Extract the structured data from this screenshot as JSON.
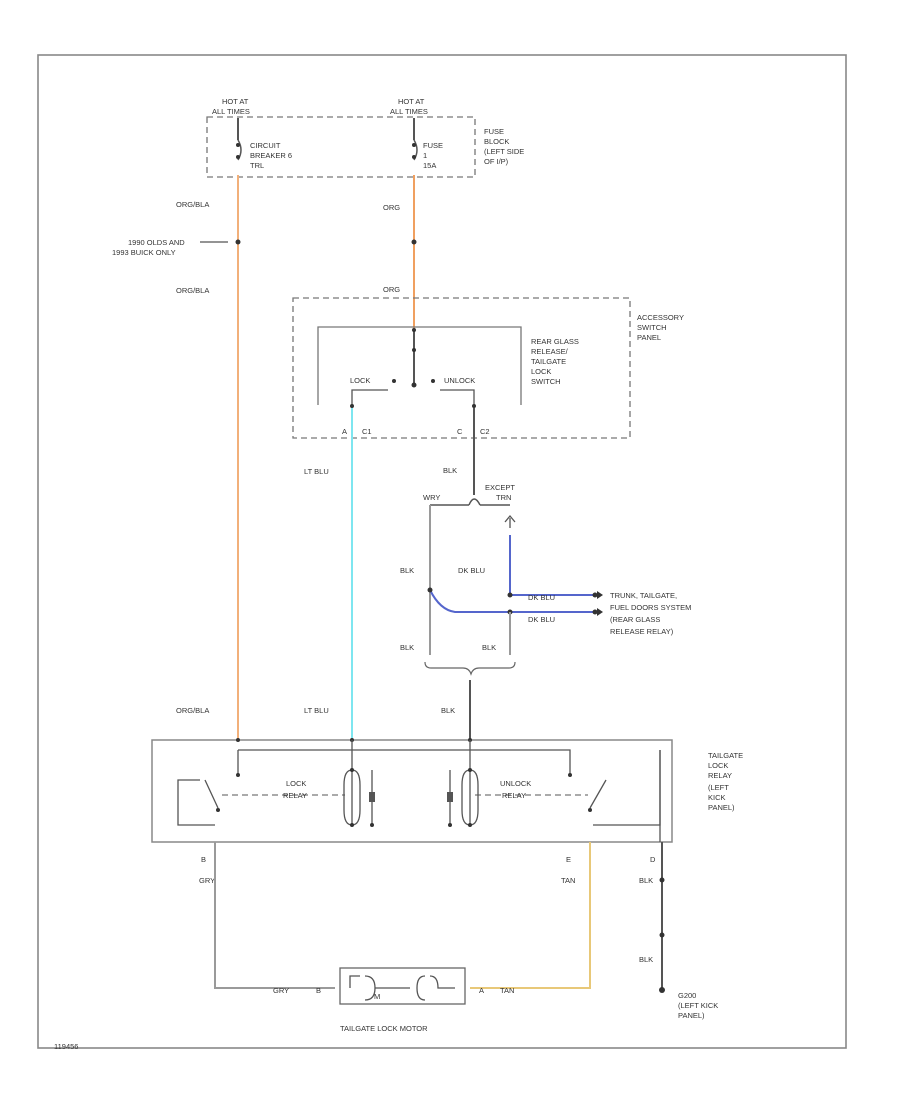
{
  "colors": {
    "org_bla": "#f2b07a",
    "org": "#f0a060",
    "lt_blu": "#7ee6f0",
    "dk_blu": "#5566cc",
    "tan": "#e8c878",
    "blk": "#444444",
    "gry": "#9a9a9a"
  },
  "labels": {
    "hot_left_1": "HOT AT",
    "hot_left_2": "ALL TIMES",
    "hot_right_1": "HOT AT",
    "hot_right_2": "ALL TIMES",
    "circuit_breaker_1": "CIRCUIT",
    "circuit_breaker_2": "BREAKER 6",
    "circuit_breaker_3": "TRL",
    "fuse_1": "FUSE",
    "fuse_2": "1",
    "fuse_3": "15A",
    "fuse_block_1": "FUSE",
    "fuse_block_2": "BLOCK",
    "fuse_block_3": "(LEFT SIDE",
    "fuse_block_4": "OF I/P)",
    "org_bla_1": "ORG/BLA",
    "org_1": "ORG",
    "note_1": "1990 OLDS AND",
    "note_2": "1993 BUICK ONLY",
    "org_bla_2": "ORG/BLA",
    "org_2": "ORG",
    "acc_panel_1": "ACCESSORY",
    "acc_panel_2": "SWITCH",
    "acc_panel_3": "PANEL",
    "switch_1": "REAR GLASS",
    "switch_2": "RELEASE/",
    "switch_3": "TAILGATE",
    "switch_4": "LOCK",
    "switch_5": "SWITCH",
    "lock": "LOCK",
    "unlock": "UNLOCK",
    "conn_a": "A",
    "conn_c1": "C1",
    "conn_c": "C",
    "conn_c2": "C2",
    "lt_blu_1": "LT BLU",
    "blk_1": "BLK",
    "wry": "WRY",
    "except_1": "EXCEPT",
    "except_2": "TRN",
    "blk_2": "BLK",
    "dk_blu_1": "DK BLU",
    "dk_blu_2": "DK BLU",
    "dk_blu_3": "DK BLU",
    "trunk_1": "TRUNK, TAILGATE,",
    "trunk_2": "FUEL DOORS SYSTEM",
    "trunk_3": "(REAR GLASS",
    "trunk_4": "RELEASE RELAY)",
    "blk_3": "BLK",
    "blk_4": "BLK",
    "org_bla_3": "ORG/BLA",
    "lt_blu_2": "LT BLU",
    "blk_5": "BLK",
    "relay_1": "TAILGATE",
    "relay_2": "LOCK",
    "relay_3": "RELAY",
    "relay_4": "(LEFT",
    "relay_5": "KICK",
    "relay_6": "PANEL)",
    "lock_relay_1": "LOCK",
    "lock_relay_2": "RELAY",
    "unlock_relay_1": "UNLOCK",
    "unlock_relay_2": "RELAY",
    "pin_b": "B",
    "gry_1": "GRY",
    "pin_e": "E",
    "tan_1": "TAN",
    "pin_d": "D",
    "blk_6": "BLK",
    "blk_7": "BLK",
    "gry_2": "GRY",
    "pin_b2": "B",
    "pin_a": "A",
    "tan_2": "TAN",
    "motor_m": "M",
    "motor": "TAILGATE LOCK MOTOR",
    "ground_1": "G200",
    "ground_2": "(LEFT KICK",
    "ground_3": "PANEL)",
    "page_ref": "119456"
  }
}
